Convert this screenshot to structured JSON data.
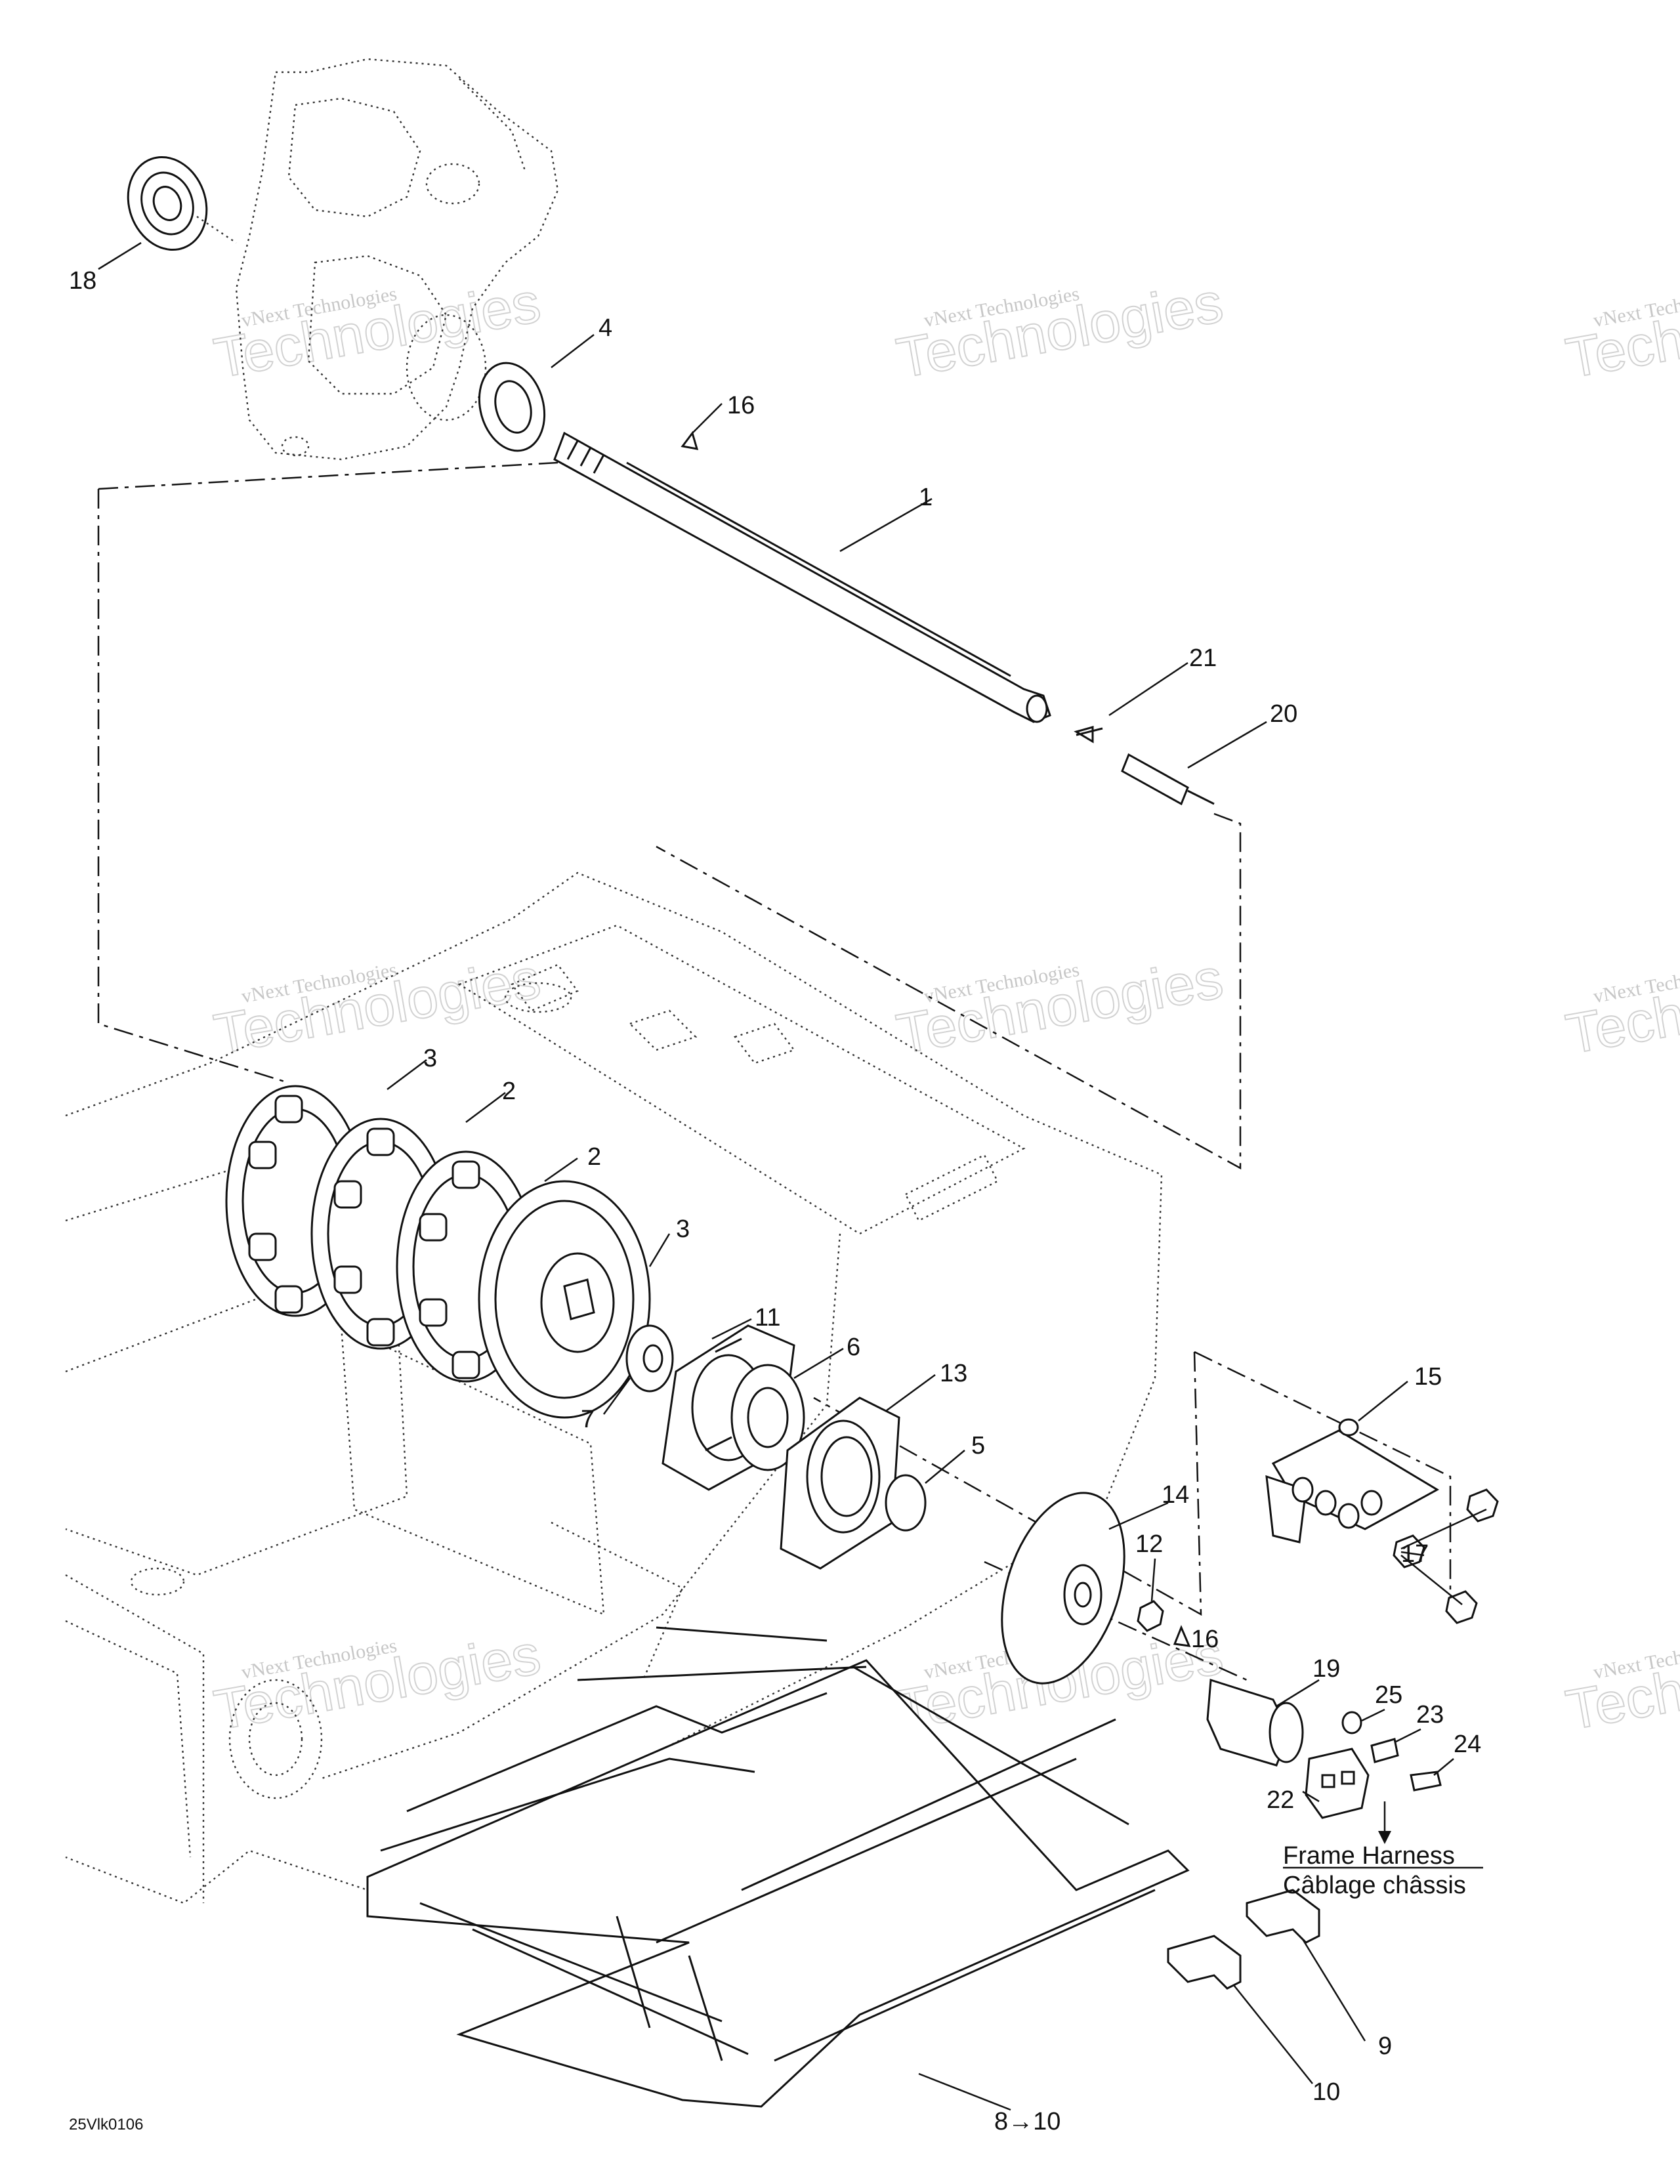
{
  "diagram_code": "25Vlk0106",
  "watermark": {
    "line1": "vNext Technologies",
    "line2": "vNext",
    "line3": "Technologies"
  },
  "callouts": [
    {
      "id": "c18",
      "text": "18"
    },
    {
      "id": "c4",
      "text": "4"
    },
    {
      "id": "c16a",
      "text": "16"
    },
    {
      "id": "c1",
      "text": "1"
    },
    {
      "id": "c21",
      "text": "21"
    },
    {
      "id": "c20",
      "text": "20"
    },
    {
      "id": "c3a",
      "text": "3"
    },
    {
      "id": "c2a",
      "text": "2"
    },
    {
      "id": "c2b",
      "text": "2"
    },
    {
      "id": "c3b",
      "text": "3"
    },
    {
      "id": "c11",
      "text": "11"
    },
    {
      "id": "c6",
      "text": "6"
    },
    {
      "id": "c13",
      "text": "13"
    },
    {
      "id": "c7",
      "text": "7"
    },
    {
      "id": "c5",
      "text": "5"
    },
    {
      "id": "c15",
      "text": "15"
    },
    {
      "id": "c14",
      "text": "14"
    },
    {
      "id": "c12",
      "text": "12"
    },
    {
      "id": "c17",
      "text": "17"
    },
    {
      "id": "c16b",
      "text": "16"
    },
    {
      "id": "c19",
      "text": "19"
    },
    {
      "id": "c25",
      "text": "25"
    },
    {
      "id": "c23",
      "text": "23"
    },
    {
      "id": "c24",
      "text": "24"
    },
    {
      "id": "c22",
      "text": "22"
    },
    {
      "id": "c9",
      "text": "9"
    },
    {
      "id": "c10",
      "text": "10"
    },
    {
      "id": "c8to10",
      "text": "8→10"
    }
  ],
  "harness_label": {
    "en": "Frame Harness",
    "fr": "Câblage châssis"
  }
}
